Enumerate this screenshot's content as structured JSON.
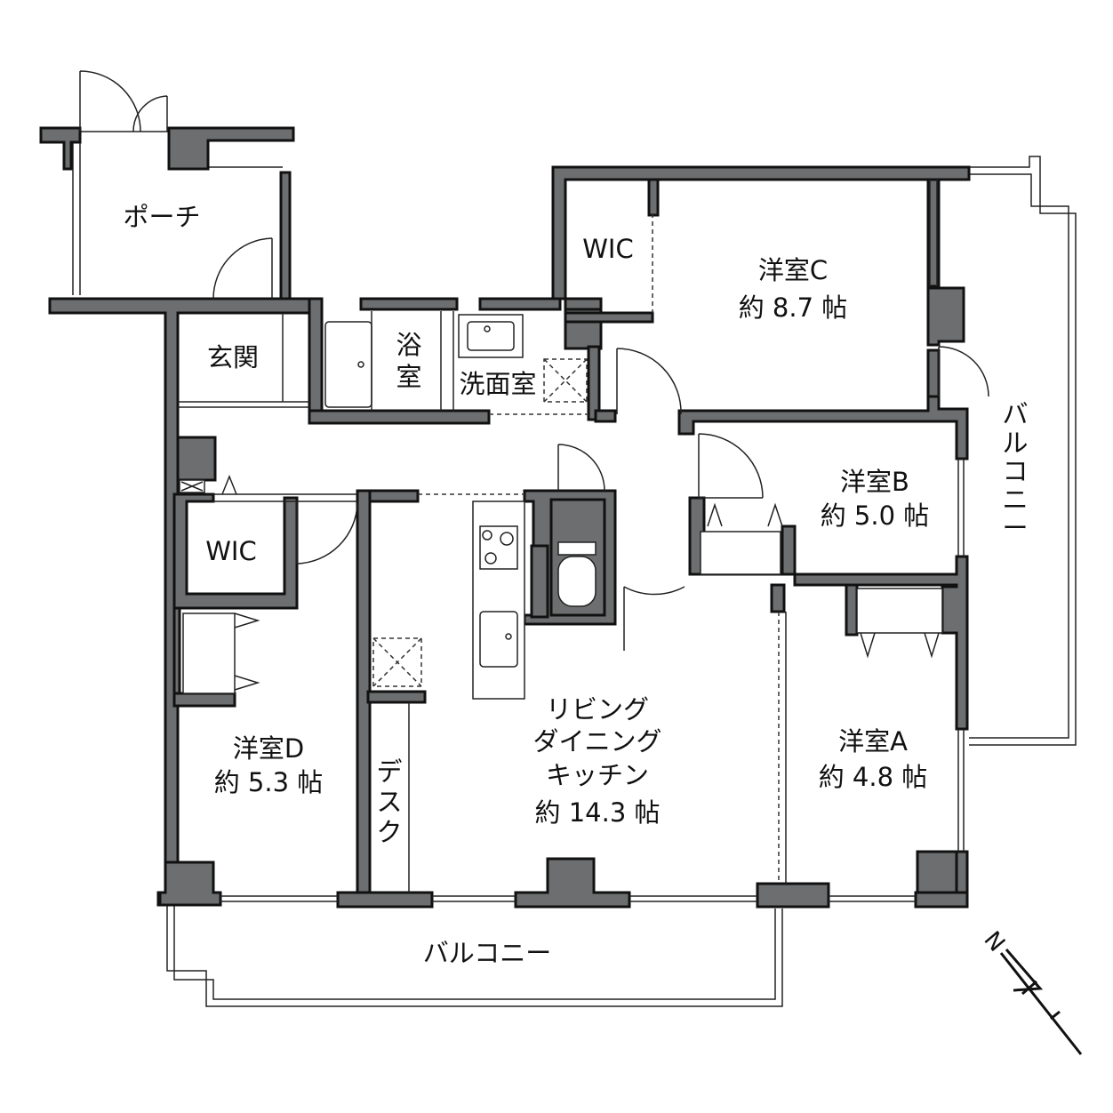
{
  "rooms": {
    "porch": "ポーチ",
    "entrance": "玄関",
    "bath": [
      "浴",
      "室"
    ],
    "washroom": "洗面室",
    "wic_upper": "WIC",
    "wic_lower": "WIC",
    "room_c": [
      "洋室C",
      "約 8.7 帖"
    ],
    "room_b": [
      "洋室B",
      "約 5.0 帖"
    ],
    "room_a": [
      "洋室A",
      "約 4.8 帖"
    ],
    "room_d": [
      "洋室D",
      "約 5.3 帖"
    ],
    "ldk": [
      "リビング",
      "ダイニング",
      "キッチン",
      "約 14.3 帖"
    ],
    "desk": [
      "デ",
      "ス",
      "ク"
    ],
    "balcony_bottom": "バルコニー",
    "balcony_right": [
      "バ",
      "ル",
      "コ",
      "ニ",
      "ー"
    ]
  },
  "compass": {
    "north_label": "N"
  }
}
